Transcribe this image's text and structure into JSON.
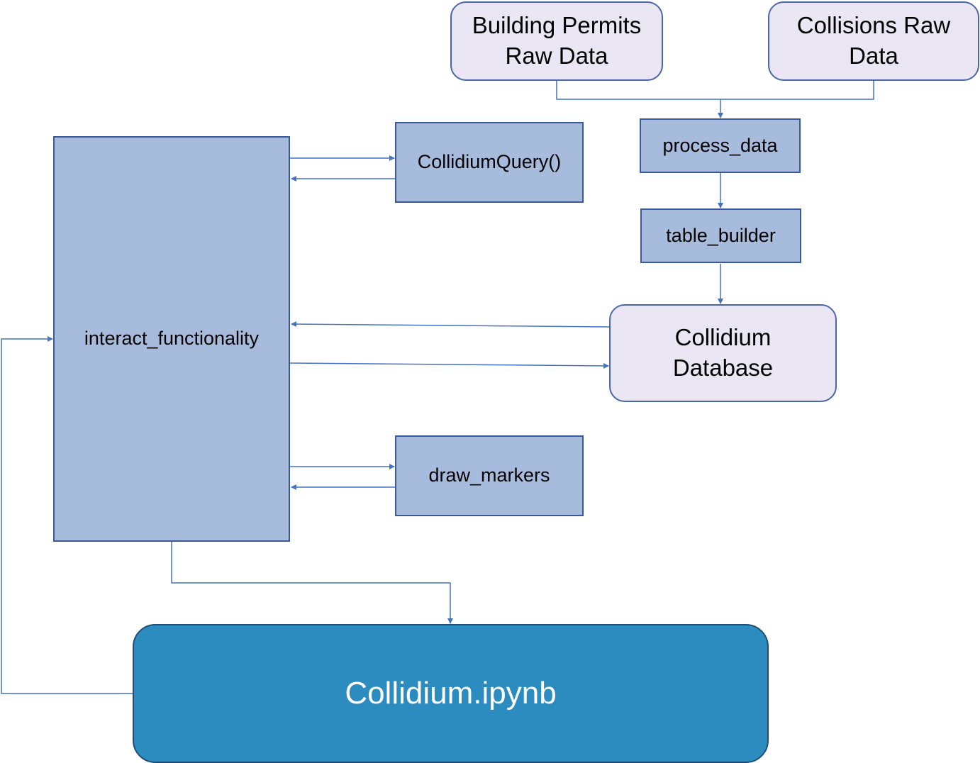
{
  "diagram": {
    "nodes": {
      "building_permits": {
        "label": "Building Permits\nRaw Data"
      },
      "collisions": {
        "label": "Collisions Raw\nData"
      },
      "process_data": {
        "label": "process_data"
      },
      "table_builder": {
        "label": "table_builder"
      },
      "collidium_database": {
        "label": "Collidium\nDatabase"
      },
      "collidium_query": {
        "label": "CollidiumQuery()"
      },
      "interact_functionality": {
        "label": "interact_functionality"
      },
      "draw_markers": {
        "label": "draw_markers"
      },
      "notebook": {
        "label": "Collidium.ipynb"
      }
    },
    "colors": {
      "connector": "#4472c4",
      "rect_fill": "#a7bcdc",
      "round_fill": "#ebe6f3",
      "main_fill": "#2c8bbf"
    }
  }
}
